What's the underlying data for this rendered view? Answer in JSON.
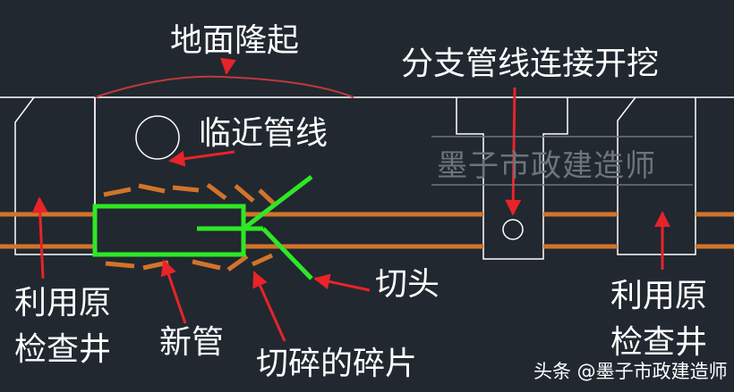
{
  "labels": {
    "ground_heave": "地面隆起",
    "branch_excavation": "分支管线连接开挖",
    "nearby_pipe": "临近管线",
    "cutter_head": "切头",
    "new_pipe": "新管",
    "fragments": "切碎的碎片",
    "left_manhole_line1": "利用原",
    "left_manhole_line2": "检查井",
    "right_manhole_line1": "利用原",
    "right_manhole_line2": "检查井"
  },
  "watermark": "墨子市政建造师",
  "attribution": "头条 @墨子市政建造师",
  "colors": {
    "background": "#212830",
    "structure_line": "#ffffff",
    "pipe": "#d2742a",
    "fragments": "#d2742a",
    "new_pipe_and_cutter": "#2ee824",
    "arrow": "#e8232a",
    "heave_curve": "#c0393b",
    "watermark": "#6e747c"
  }
}
